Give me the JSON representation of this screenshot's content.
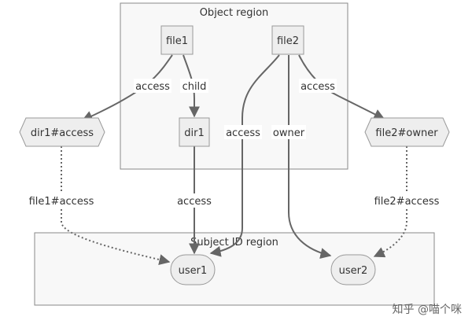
{
  "diagram": {
    "regions": [
      {
        "id": "object",
        "label": "Object region"
      },
      {
        "id": "subject",
        "label": "Subject ID region"
      }
    ],
    "nodes": [
      {
        "id": "file1",
        "label": "file1",
        "shape": "rect"
      },
      {
        "id": "file2",
        "label": "file2",
        "shape": "rect"
      },
      {
        "id": "dir1",
        "label": "dir1",
        "shape": "rect"
      },
      {
        "id": "dir1_access",
        "label": "dir1#access",
        "shape": "hexagon"
      },
      {
        "id": "file2_owner",
        "label": "file2#owner",
        "shape": "hexagon"
      },
      {
        "id": "user1",
        "label": "user1",
        "shape": "stadium"
      },
      {
        "id": "user2",
        "label": "user2",
        "shape": "stadium"
      }
    ],
    "edges": [
      {
        "id": "e1",
        "from": "file1",
        "to": "dir1_access",
        "label": "access",
        "style": "solid"
      },
      {
        "id": "e2",
        "from": "file1",
        "to": "dir1",
        "label": "child",
        "style": "solid"
      },
      {
        "id": "e3",
        "from": "file2",
        "to": "user1",
        "label": "access",
        "style": "solid"
      },
      {
        "id": "e4",
        "from": "file2",
        "to": "user2",
        "label": "owner",
        "style": "solid"
      },
      {
        "id": "e5",
        "from": "file2",
        "to": "file2_owner",
        "label": "access",
        "style": "solid"
      },
      {
        "id": "e6",
        "from": "dir1",
        "to": "user1",
        "label": "access",
        "style": "solid"
      },
      {
        "id": "e7",
        "from": "dir1_access",
        "to": "user1",
        "label": "file1#access",
        "style": "dotted"
      },
      {
        "id": "e8",
        "from": "file2_owner",
        "to": "user2",
        "label": "file2#access",
        "style": "dotted"
      }
    ],
    "colors": {
      "region_fill": "#f8f8f8",
      "node_fill": "#eeeeee",
      "edge": "#666666",
      "text": "#333333"
    }
  },
  "watermark": "知乎 @喵个咪"
}
